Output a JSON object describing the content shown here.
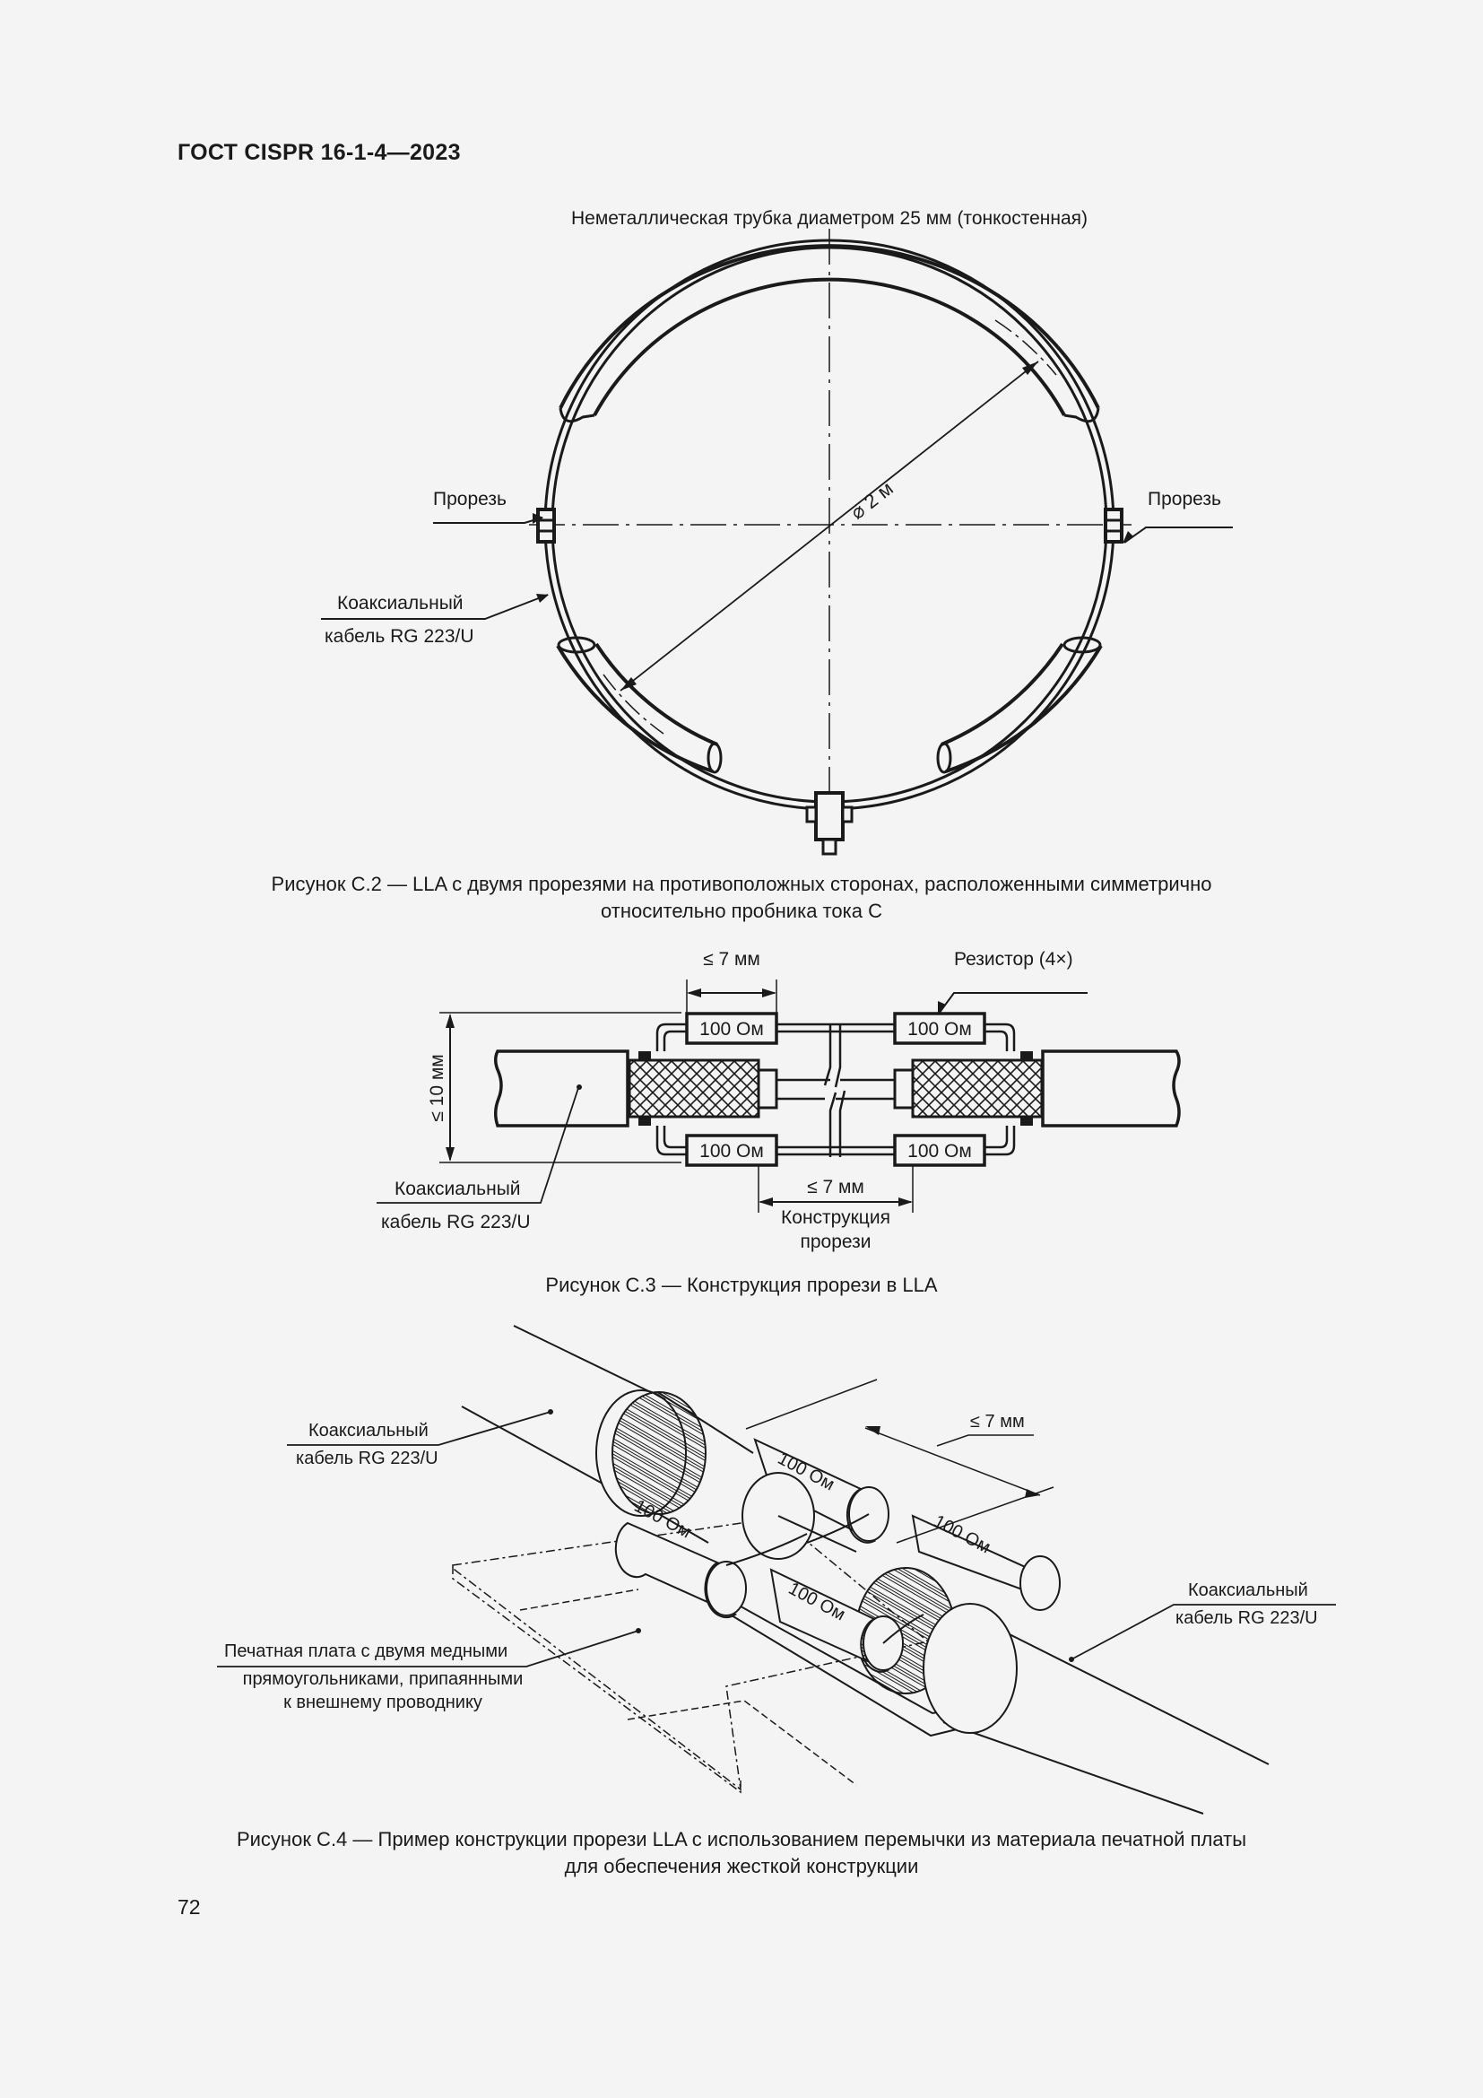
{
  "header": {
    "standard": "ГОСТ CISPR 16-1-4—2023"
  },
  "figure_c2": {
    "tube_label": "Неметаллическая трубка диаметром 25 мм (тонкостенная)",
    "diameter_label": "⌀ 2 м",
    "slot_left_label": "Прорезь",
    "slot_right_label": "Прорезь",
    "coax_label_line1": "Коаксиальный",
    "coax_label_line2": "кабель RG 223/U",
    "caption_line1": "Рисунок С.2 — LLA с двумя прорезями на противоположных сторонах, расположенными симметрично",
    "caption_line2": "относительно пробника тока С"
  },
  "figure_c3": {
    "dim_top": "≤ 7 мм",
    "resistor_label": "Резистор (4×)",
    "resistors": [
      "100 Ом",
      "100 Ом",
      "100 Ом",
      "100 Ом"
    ],
    "dim_height": "≤ 10 мм",
    "coax_label_line1": "Коаксиальный",
    "coax_label_line2": "кабель RG 223/U",
    "dim_bottom": "≤ 7 мм",
    "slot_label_line1": "Конструкция",
    "slot_label_line2": "прорези",
    "caption": "Рисунок С.3 — Конструкция прорези в LLA"
  },
  "figure_c4": {
    "coax_left_line1": "Коаксиальный",
    "coax_left_line2": "кабель RG 223/U",
    "dim_label": "≤ 7 мм",
    "resistors": [
      "100 Ом",
      "100 Ом",
      "100 Ом",
      "100 Ом"
    ],
    "coax_right_line1": "Коаксиальный",
    "coax_right_line2": "кабель RG 223/U",
    "pcb_line1": "Печатная плата с двумя медными",
    "pcb_line2": "прямоугольниками, припаянными",
    "pcb_line3": "к внешнему проводнику",
    "caption_line1": "Рисунок С.4 — Пример конструкции прорези LLA с использованием перемычки из материала печатной платы",
    "caption_line2": "для обеспечения жесткой конструкции"
  },
  "footer": {
    "page_number": "72"
  }
}
